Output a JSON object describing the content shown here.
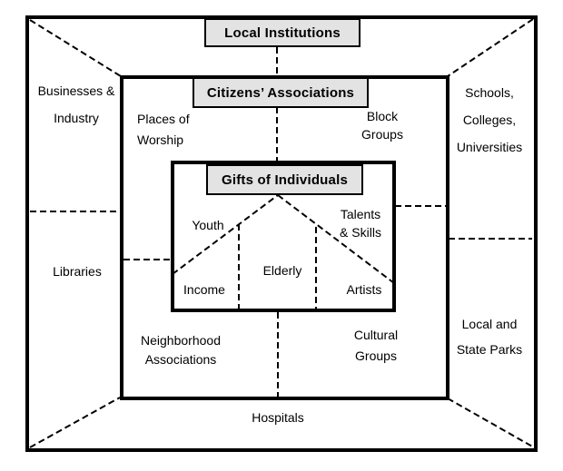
{
  "headers": {
    "outer": "Local Institutions",
    "middle": "Citizens’ Associations",
    "inner": "Gifts of Individuals"
  },
  "regions": {
    "businesses": [
      "Businesses &",
      "Industry"
    ],
    "schools": [
      "Schools,",
      "Colleges,",
      "Universities"
    ],
    "libraries": [
      "Libraries"
    ],
    "parks": [
      "Local and",
      "State Parks"
    ],
    "hospitals": [
      "Hospitals"
    ],
    "worship": [
      "Places of",
      "Worship"
    ],
    "block_groups": [
      "Block",
      "Groups"
    ],
    "neighborhood": [
      "Neighborhood",
      "Associations"
    ],
    "cultural": [
      "Cultural",
      "Groups"
    ],
    "youth": [
      "Youth"
    ],
    "talents": [
      "Talents",
      "& Skills"
    ],
    "income": [
      "Income"
    ],
    "elderly": [
      "Elderly"
    ],
    "artists": [
      "Artists"
    ]
  },
  "colors": {
    "header_fill": "#e3e3e3",
    "line": "#000000",
    "background": "#ffffff"
  }
}
